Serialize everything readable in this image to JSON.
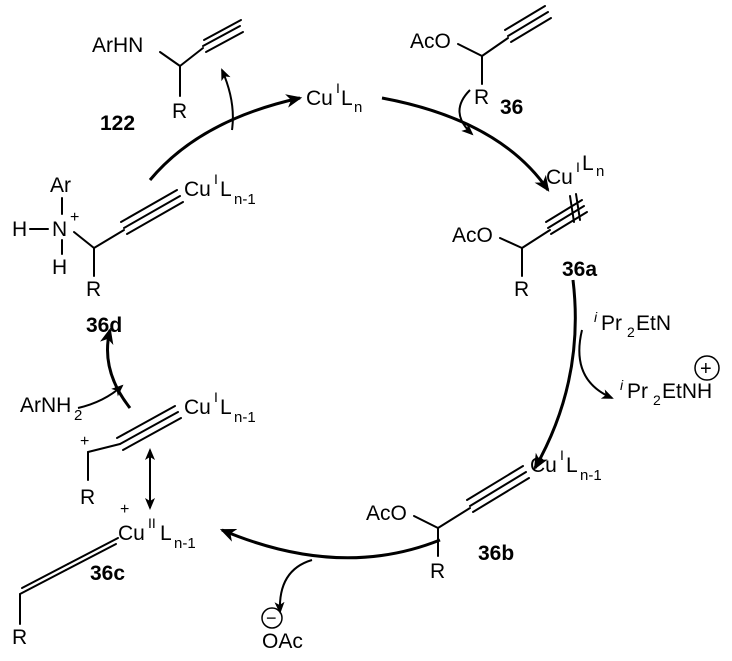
{
  "labels": {
    "cat_cu": "Cu",
    "cat_ox": "I",
    "cat_L": "L",
    "cat_n": "n",
    "acetate_ester": "AcO",
    "R": "R",
    "arhn": "ArHN",
    "ar": "Ar",
    "h": "H",
    "n_atom": "N",
    "plus": "+",
    "cu_n1": "n-1",
    "cu2_ox": "II",
    "ipr2etn": "Pr",
    "ipr_i": "i",
    "ipr_2": "2",
    "etn": "EtN",
    "etnh": "EtNH",
    "arnh2": "ArNH",
    "arnh2_sub": "2",
    "oac": "OAc",
    "minus": "−"
  },
  "compounds": {
    "c122": "122",
    "c36": "36",
    "c36a": "36a",
    "c36b": "36b",
    "c36c": "36c",
    "c36d": "36d"
  }
}
